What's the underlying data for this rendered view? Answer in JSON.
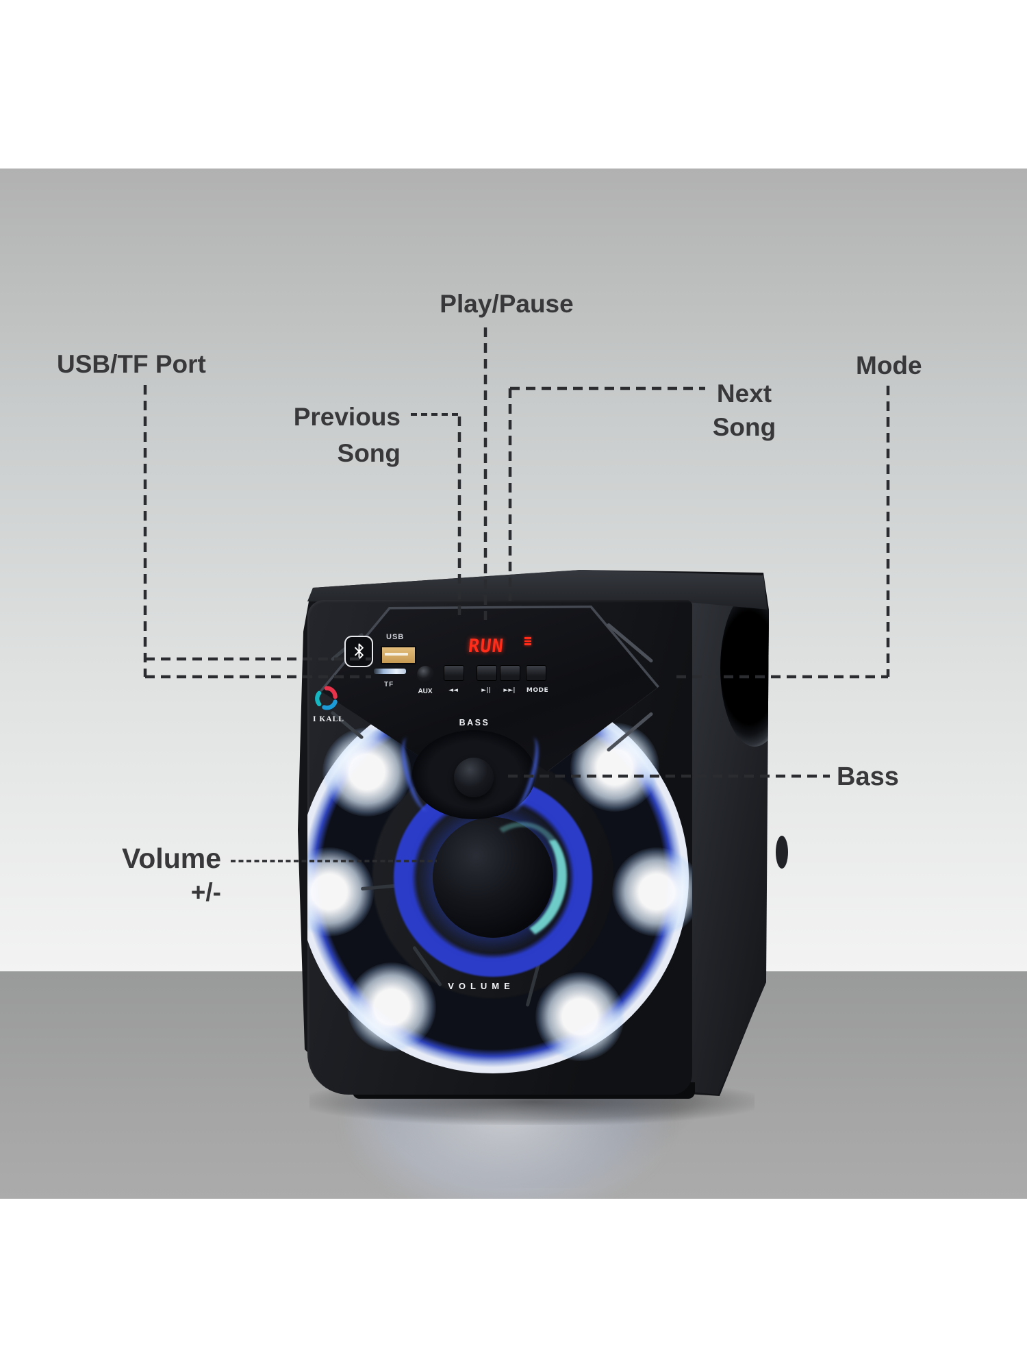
{
  "annotations": {
    "play_pause": {
      "label": "Play/Pause"
    },
    "usb_tf_port": {
      "label": "USB/TF Port"
    },
    "previous_song": {
      "line1": "Previous",
      "line2": "Song"
    },
    "next_song": {
      "line1": "Next",
      "line2": "Song"
    },
    "mode": {
      "label": "Mode"
    },
    "bass": {
      "label": "Bass"
    },
    "volume": {
      "line1": "Volume",
      "line2": "+/-"
    }
  },
  "speaker": {
    "brand": "I KALL",
    "display_text": "RUN",
    "panel": {
      "usb_label": "USB",
      "tf_label": "TF",
      "aux_label": "AUX",
      "button_labels": [
        "◄◄",
        "►||",
        "►►|",
        "MODE"
      ]
    },
    "bass_knob_label": "BASS",
    "volume_ring_label": "VOLUME"
  },
  "colors": {
    "label_text": "#38383a",
    "leader_line": "#2a2c2f",
    "led_ring_white": "#e7ecf6",
    "led_glow_blue": "#2c40b8",
    "display_red": "#ff2d1a",
    "usb_port_orange": "#d2a15a",
    "cabinet_black": "#17191c"
  }
}
